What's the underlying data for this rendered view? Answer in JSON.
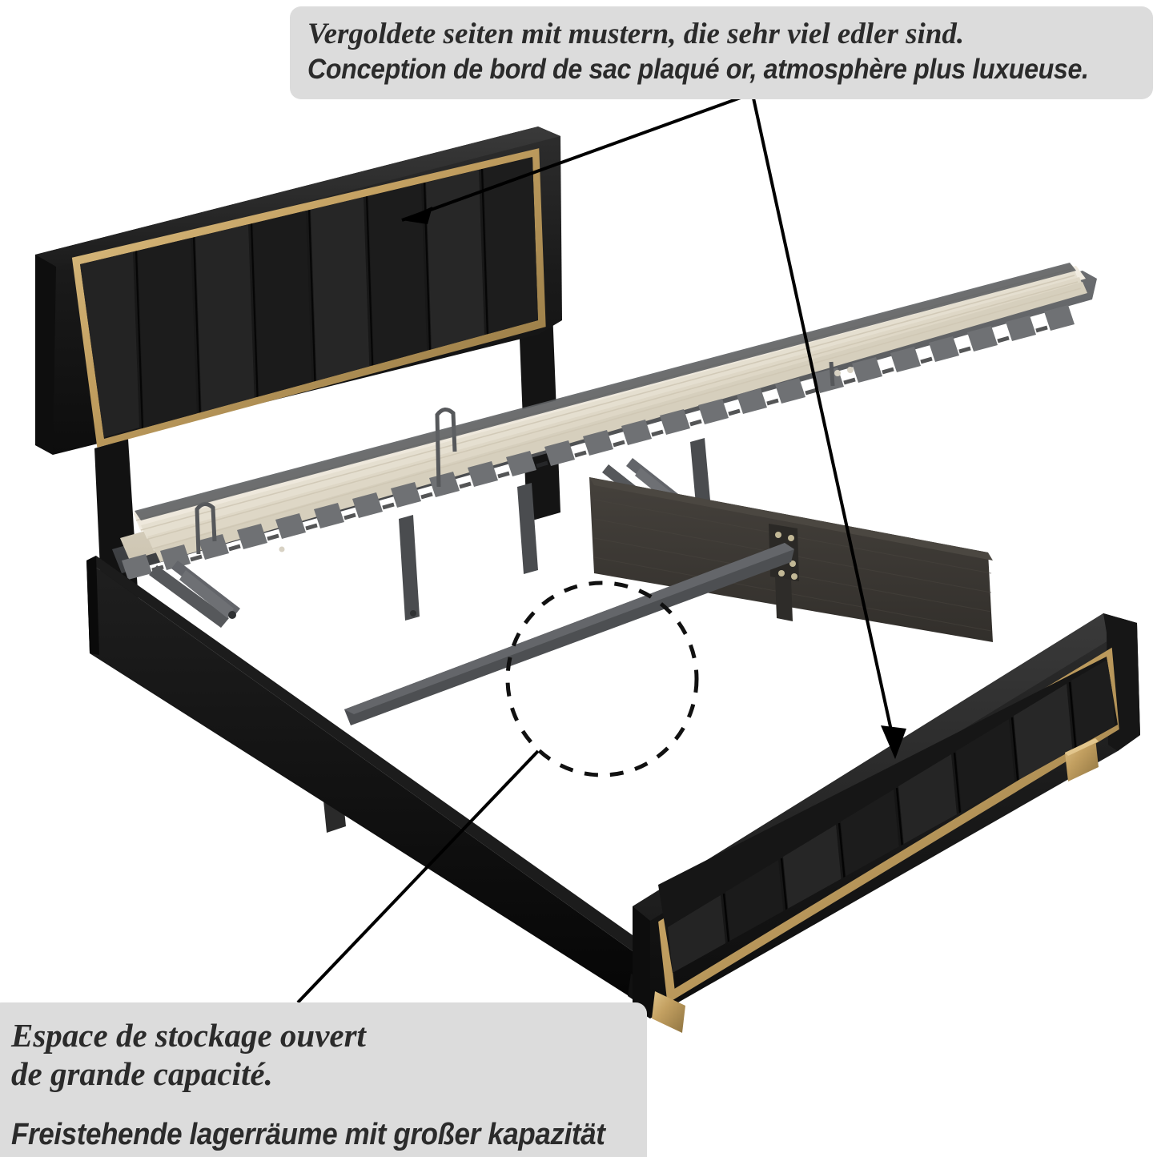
{
  "image": {
    "subject": "upholstered storage bed frame with lift-up slat platform",
    "background_color": "#ffffff"
  },
  "callouts": {
    "top": {
      "name": "gold-trim-callout",
      "box_color": "#dcdcdc",
      "line_de": "Vergoldete seiten mit mustern, die sehr viel edler sind.",
      "line_fr": "Conception de bord de sac plaqué or, atmosphère plus luxueuse."
    },
    "bottom": {
      "name": "storage-space-callout",
      "box_color": "#dcdcdc",
      "line_fr_1": "Espace de stockage ouvert",
      "line_fr_2": "de grande capacité.",
      "line_de": "Freistehende lagerräume mit großer kapazität"
    }
  },
  "product": {
    "colors": {
      "velvet_black": "#141414",
      "velvet_black_light": "#2a2a2a",
      "velvet_shade": "#0a0a0a",
      "gold_trim": "#c9a76a",
      "gold_trim_dark": "#9d8046",
      "gold_foot": "#b9a06b",
      "slat_cream": "#e8e2d4",
      "slat_cream_shade": "#d2cbbb",
      "metal_frame": "#55575a",
      "metal_frame_dark": "#3c3e41",
      "fabric_panel": "#3b3834",
      "outline_black": "#000000"
    },
    "parts": [
      {
        "name": "headboard",
        "label": "Channel-tufted black velvet headboard with gold border trim"
      },
      {
        "name": "footboard",
        "label": "Channel-tufted black velvet footboard with gold border trim"
      },
      {
        "name": "slat-platform",
        "label": "Lifted wooden slat platform on metal frame"
      },
      {
        "name": "gas-lift-mechanism",
        "label": "Hydraulic gas lift scissor struts"
      },
      {
        "name": "storage-cavity",
        "label": "Open under-bed storage space"
      },
      {
        "name": "side-rail-near",
        "label": "Black velvet side rail"
      },
      {
        "name": "side-rail-far",
        "label": "Dark fabric side panel"
      },
      {
        "name": "center-support-rail",
        "label": "Metal center support rail"
      },
      {
        "name": "gold-feet",
        "label": "Gold capped legs"
      }
    ],
    "highlight_circle": {
      "name": "storage-highlight-circle",
      "style": "dashed"
    }
  }
}
